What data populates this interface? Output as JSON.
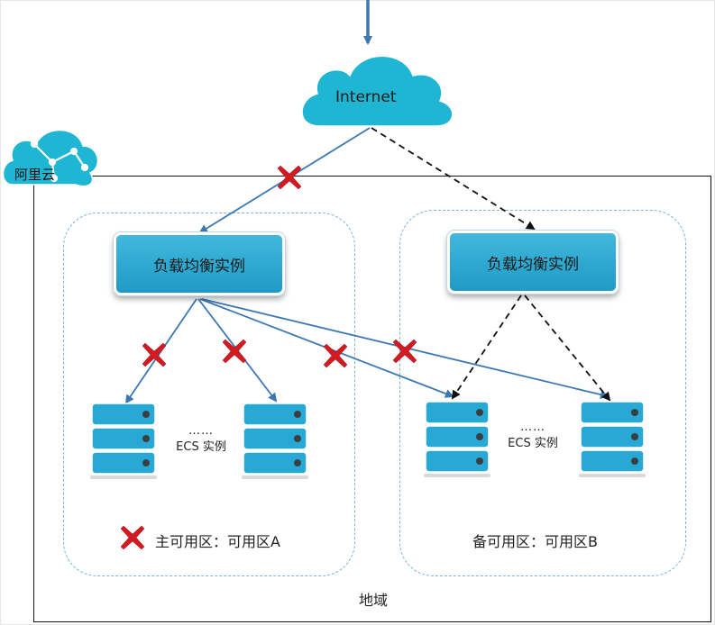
{
  "internet": {
    "label": "Internet"
  },
  "provider": {
    "label": "阿里云"
  },
  "region": {
    "label": "地域"
  },
  "load_balancers": [
    {
      "label": "负载均衡实例",
      "status": "failed"
    },
    {
      "label": "负载均衡实例",
      "status": "standby"
    }
  ],
  "ecs_groups": [
    {
      "dots": "……",
      "label": "ECS 实例"
    },
    {
      "dots": "……",
      "label": "ECS 实例"
    }
  ],
  "zones": {
    "primary": {
      "label": "主可用区：可用区A",
      "failed": true
    },
    "backup": {
      "label": "备可用区：可用区B"
    }
  },
  "colors": {
    "cloud": "#1fb6d4",
    "load_balancer": "#2aa7d2",
    "server": "#28a8d4",
    "failure_mark": "#d11a22",
    "active_link": "#3c78b4",
    "backup_link": "#111111",
    "zone_border": "#7fb2db"
  }
}
